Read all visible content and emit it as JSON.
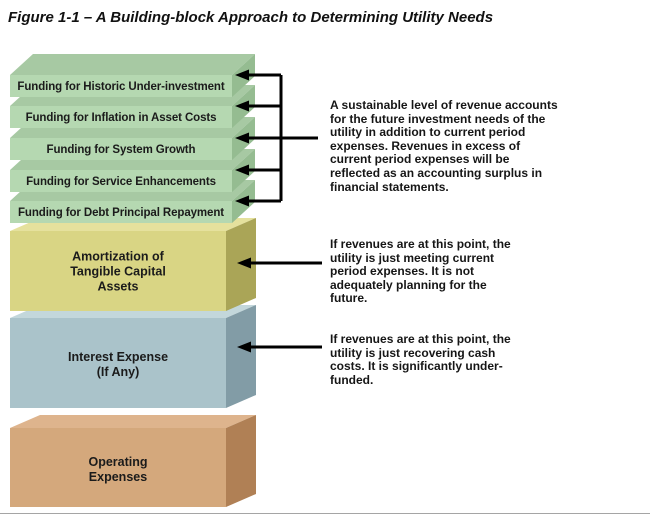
{
  "title": "Figure 1-1 – A Building-block Approach to Determining Utility Needs",
  "colors": {
    "arrow": "#000000",
    "green_front": "#b5d8b1",
    "green_top": "#a7c9a3",
    "green_side": "#95bc91",
    "yellow_front": "#d9d584",
    "yellow_top": "#e5e19d",
    "yellow_side": "#aaa557",
    "blue_front": "#aac3ca",
    "blue_top": "#c3d7db",
    "blue_side": "#829ca6",
    "tan_front": "#d4a87c",
    "tan_top": "#deb48d",
    "tan_side": "#b08055"
  },
  "blocks": [
    {
      "label": "Funding for Historic Under-investment",
      "color_front": "#b5d8b1",
      "color_top": "#a7c9a3",
      "color_side": "#95bc91"
    },
    {
      "label": "Funding for Inflation in Asset Costs",
      "color_front": "#b5d8b1",
      "color_top": "#a7c9a3",
      "color_side": "#95bc91"
    },
    {
      "label": "Funding for System Growth",
      "color_front": "#b5d8b1",
      "color_top": "#a7c9a3",
      "color_side": "#95bc91"
    },
    {
      "label": "Funding for Service Enhancements",
      "color_front": "#b5d8b1",
      "color_top": "#a7c9a3",
      "color_side": "#95bc91"
    },
    {
      "label": "Funding for Debt Principal Repayment",
      "color_front": "#b5d8b1",
      "color_top": "#a7c9a3",
      "color_side": "#95bc91"
    },
    {
      "label": "Amortization of\nTangible Capital\nAssets",
      "color_front": "#d9d584",
      "color_top": "#e5e19d",
      "color_side": "#aaa557"
    },
    {
      "label": "Interest Expense\n(If Any)",
      "color_front": "#aac3ca",
      "color_top": "#c3d7db",
      "color_side": "#829ca6"
    },
    {
      "label": "Operating\nExpenses",
      "color_front": "#d4a87c",
      "color_top": "#deb48d",
      "color_side": "#b08055"
    }
  ],
  "annotations": [
    {
      "text": "A sustainable level of revenue accounts\nfor the future investment needs of the\nutility in addition to current period\nexpenses.  Revenues in excess of\ncurrent period expenses will be\nreflected as an accounting surplus in\nfinancial statements."
    },
    {
      "text": "If revenues are at this point, the\nutility is just meeting current\nperiod expenses.  It is not\nadequately planning for the\nfuture."
    },
    {
      "text": "If revenues are at this point, the\nutility is just recovering cash\ncosts.  It is significantly under-\nfunded."
    }
  ]
}
